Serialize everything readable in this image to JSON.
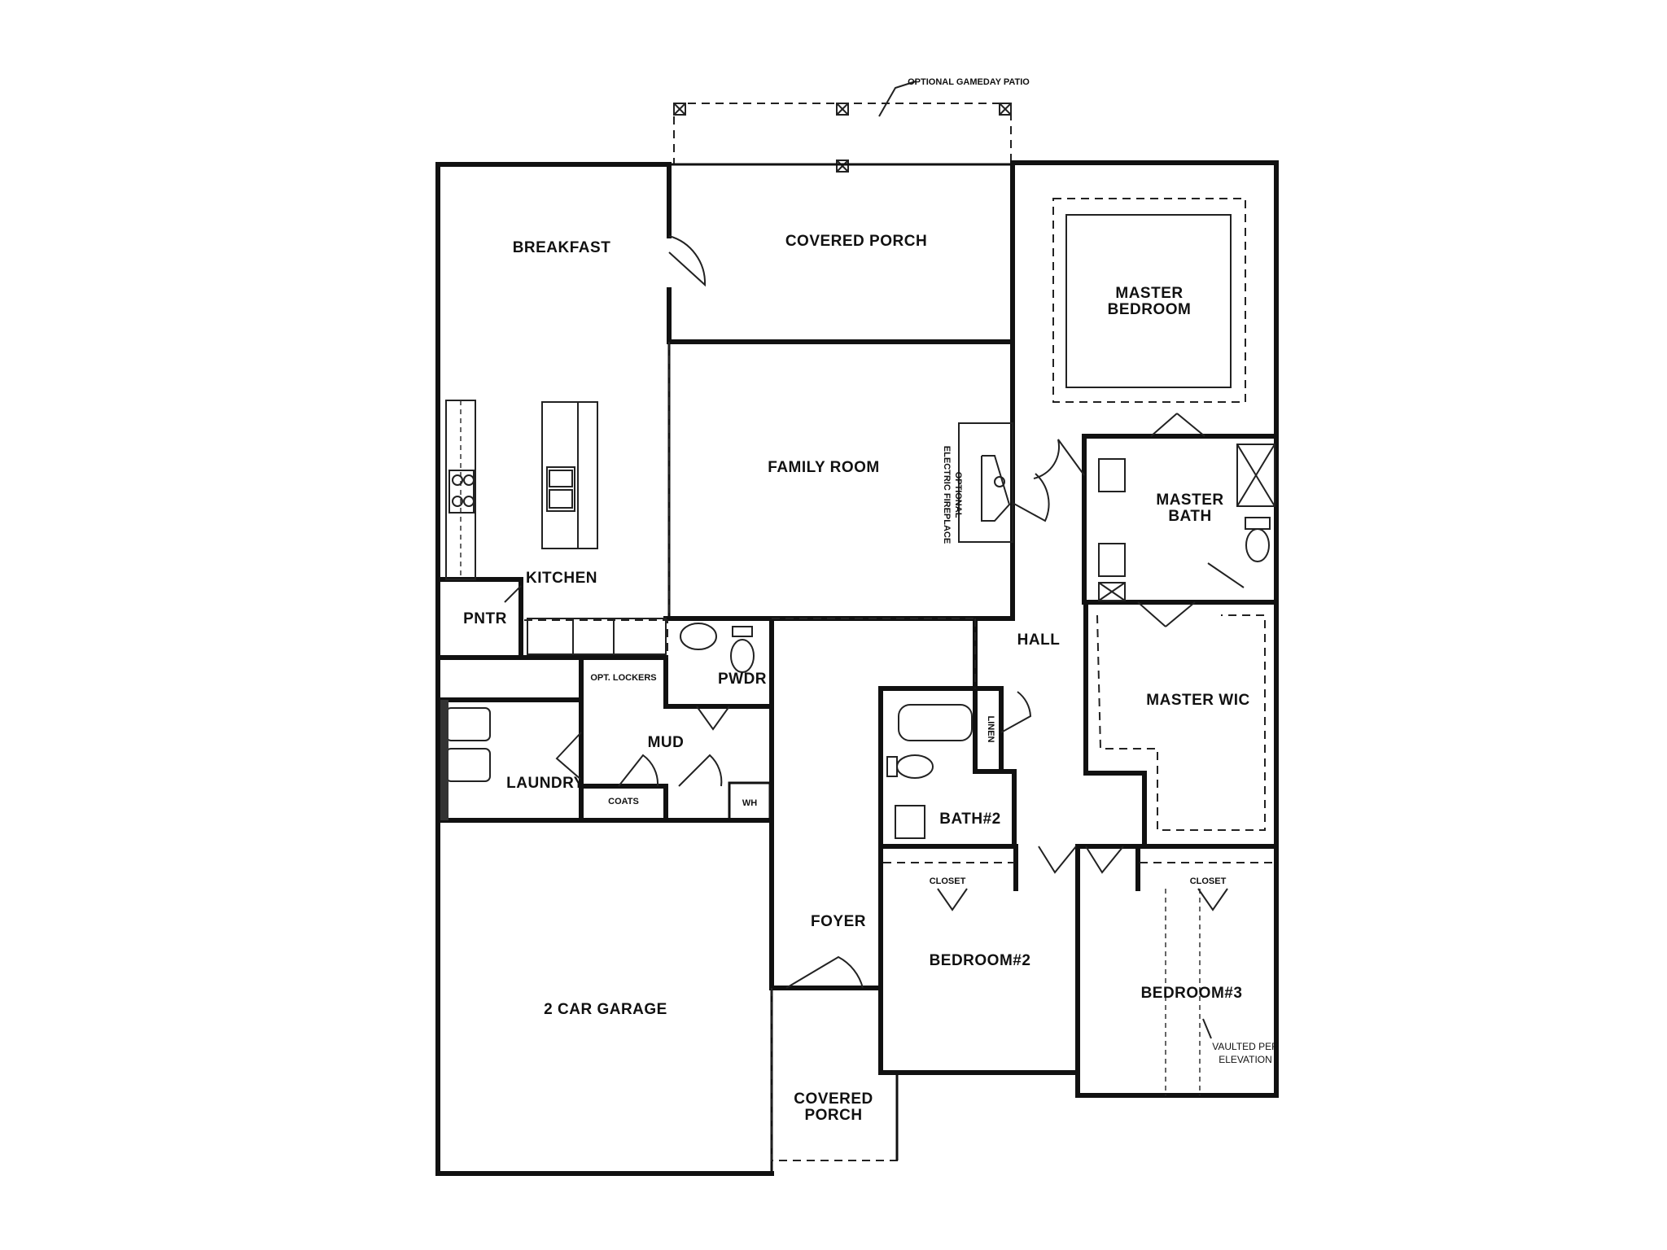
{
  "rooms": {
    "breakfast": "BREAKFAST",
    "covered_porch_rear": "COVERED PORCH",
    "master_bedroom_line1": "MASTER",
    "master_bedroom_line2": "BEDROOM",
    "family_room": "FAMILY ROOM",
    "kitchen": "KITCHEN",
    "master_bath_line1": "MASTER",
    "master_bath_line2": "BATH",
    "pantry": "PNTR",
    "hall": "HALL",
    "master_wic": "MASTER WIC",
    "powder": "PWDR",
    "mud": "MUD",
    "laundry": "LAUNDRY",
    "bath2": "BATH#2",
    "foyer": "FOYER",
    "bedroom2": "BEDROOM#2",
    "bedroom3": "BEDROOM#3",
    "garage": "2 CAR GARAGE",
    "covered_porch_front_line1": "COVERED",
    "covered_porch_front_line2": "PORCH"
  },
  "notes": {
    "gameday_patio": "OPTIONAL GAMEDAY PATIO",
    "fireplace_line1": "OPTIONAL",
    "fireplace_line2": "ELECTRIC FIREPLACE",
    "opt_lockers": "OPT. LOCKERS",
    "coats": "COATS",
    "water_heater": "WH",
    "linen": "LINEN",
    "closet_bed2": "CLOSET",
    "closet_bed3": "CLOSET",
    "vaulted_line1": "VAULTED PER",
    "vaulted_line2": "ELEVATION"
  }
}
